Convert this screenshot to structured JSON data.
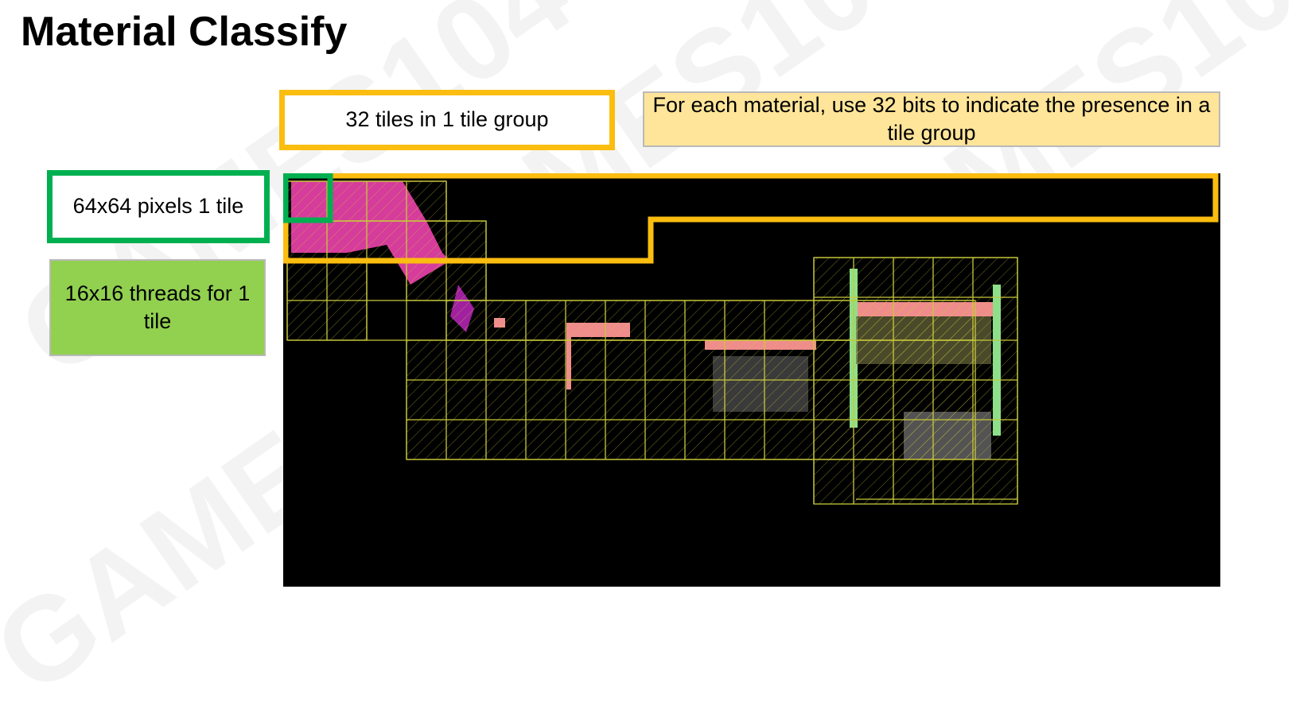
{
  "title": "Material Classify",
  "watermark": "GAMES104",
  "callouts": {
    "tile_group": "32 tiles in 1 tile group",
    "material_bits": "For each material, use 32 bits to indicate the presence in a tile group",
    "tile_size": "64x64 pixels 1 tile",
    "threads": "16x16 threads for 1 tile"
  },
  "colors": {
    "tile_group_outline": "#fbbd0f",
    "tile_outline": "#00b050",
    "grid_lines": "#c8c83c",
    "scene_background": "#000000",
    "material_magenta": "#d63c9b",
    "material_salmon": "#f08c8c",
    "material_green": "#8ce08c"
  }
}
